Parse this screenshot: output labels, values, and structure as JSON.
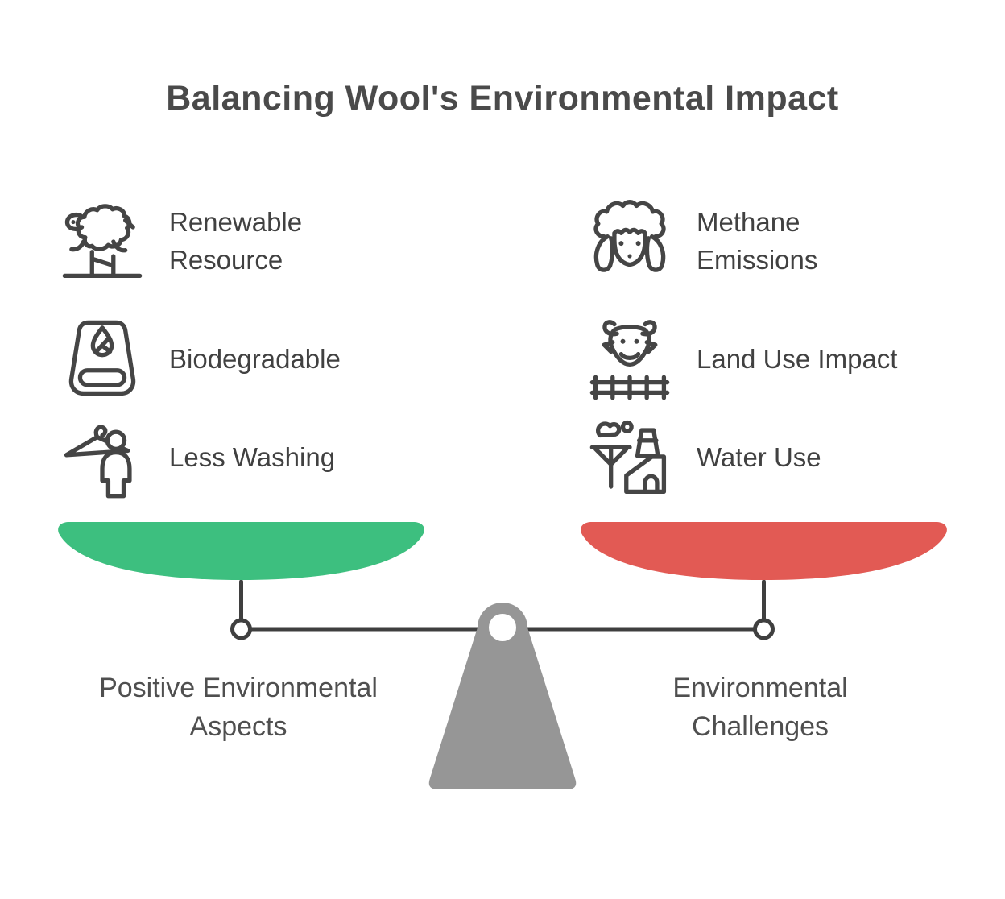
{
  "title": "Balancing Wool's Environmental Impact",
  "left_column": {
    "items": [
      {
        "label": "Renewable\nResource",
        "icon": "sheep-jumping-fence-icon"
      },
      {
        "label": "Biodegradable",
        "icon": "towel-leaf-icon"
      },
      {
        "label": "Less Washing",
        "icon": "hanger-person-icon"
      }
    ],
    "pan_label": "Positive Environmental\nAspects"
  },
  "right_column": {
    "items": [
      {
        "label": "Methane\nEmissions",
        "icon": "sheep-face-icon"
      },
      {
        "label": "Land Use Impact",
        "icon": "cow-fence-icon"
      },
      {
        "label": "Water Use",
        "icon": "factory-water-icon"
      }
    ],
    "pan_label": "Environmental\nChallenges"
  },
  "colors": {
    "pan_positive": "#3DBF7F",
    "pan_negative": "#E25A54",
    "fulcrum": "#969696",
    "beam": "#3F3F3F",
    "icon_stroke": "#454545",
    "title_text": "#4A4A4A"
  }
}
